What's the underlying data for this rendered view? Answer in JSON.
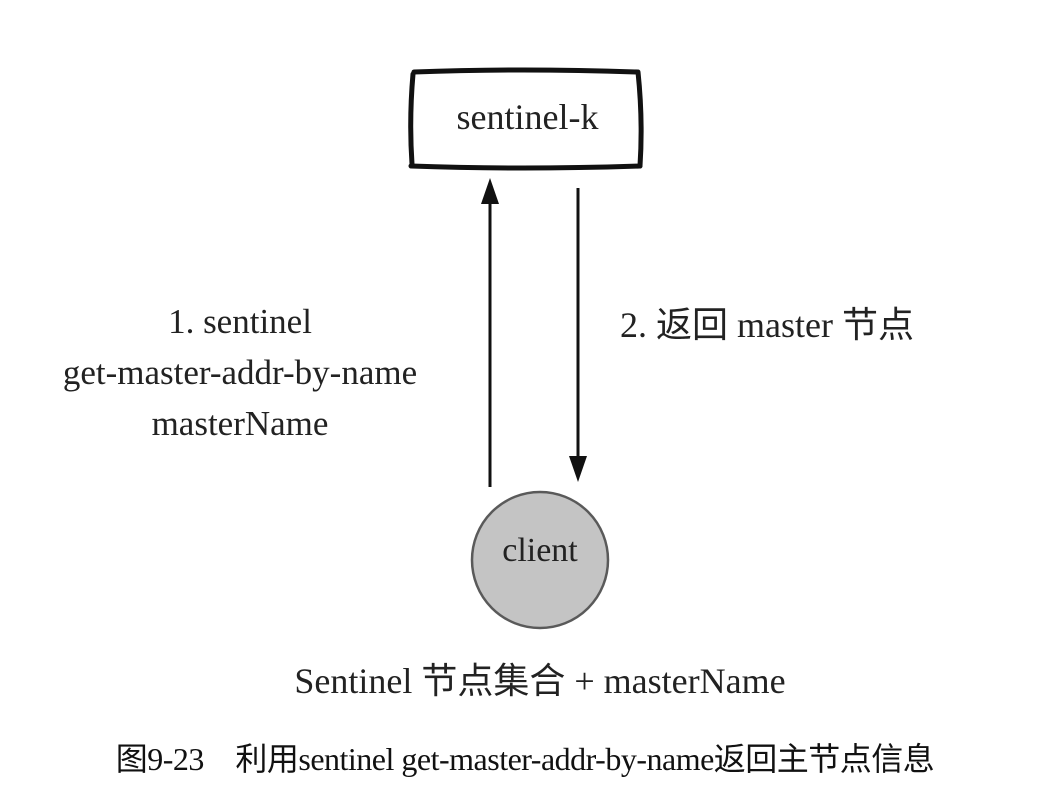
{
  "nodes": {
    "sentinel_box": "sentinel-k",
    "client_circle": "client"
  },
  "arrows": {
    "request_lines": [
      "1. sentinel",
      "get-master-addr-by-name",
      "masterName"
    ],
    "response": "2. 返回 master 节点"
  },
  "note": "Sentinel 节点集合 + masterName",
  "caption": "图9-23　利用sentinel get-master-addr-by-name返回主节点信息",
  "colors": {
    "ink": "#111111",
    "client_fill": "#c4c4c4",
    "client_stroke": "#5a5a5a"
  }
}
